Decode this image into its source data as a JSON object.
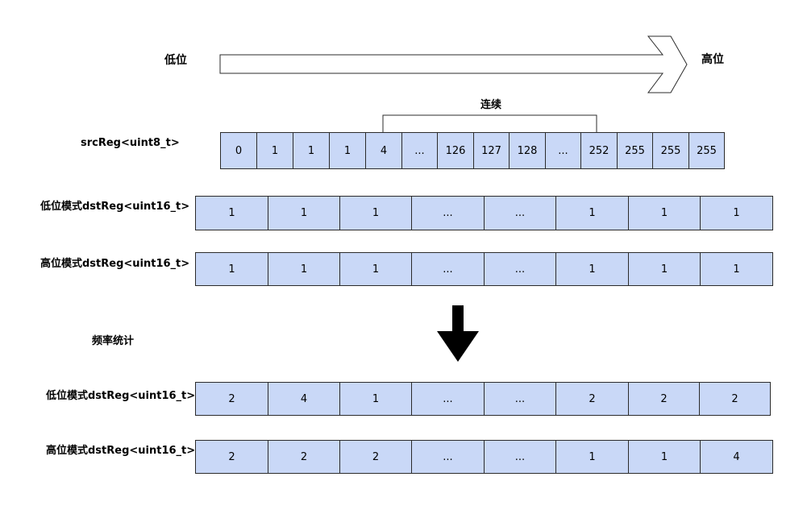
{
  "direction": {
    "low_label": "低位",
    "high_label": "高位"
  },
  "bracket_label": "连续",
  "src_row": {
    "label": "srcReg<uint8_t>",
    "cells": [
      "0",
      "1",
      "1",
      "1",
      "4",
      "...",
      "126",
      "127",
      "128",
      "...",
      "252",
      "255",
      "255",
      "255"
    ]
  },
  "dst_rows_before": [
    {
      "label": "低位模式dstReg<uint16_t>",
      "cells": [
        "1",
        "1",
        "1",
        "...",
        "...",
        "1",
        "1",
        "1"
      ]
    },
    {
      "label": "高位模式dstReg<uint16_t>",
      "cells": [
        "1",
        "1",
        "1",
        "...",
        "...",
        "1",
        "1",
        "1"
      ]
    }
  ],
  "stat_label": "频率统计",
  "dst_rows_after": [
    {
      "label": "低位模式dstReg<uint16_t>",
      "cells": [
        "2",
        "4",
        "1",
        "...",
        "...",
        "2",
        "2",
        "2"
      ]
    },
    {
      "label": "高位模式dstReg<uint16_t>",
      "cells": [
        "2",
        "2",
        "2",
        "...",
        "...",
        "1",
        "1",
        "4"
      ]
    }
  ],
  "colors": {
    "cell_fill": "#c9d8f7",
    "border": "#2b2b2b",
    "down_arrow": "#000000"
  }
}
